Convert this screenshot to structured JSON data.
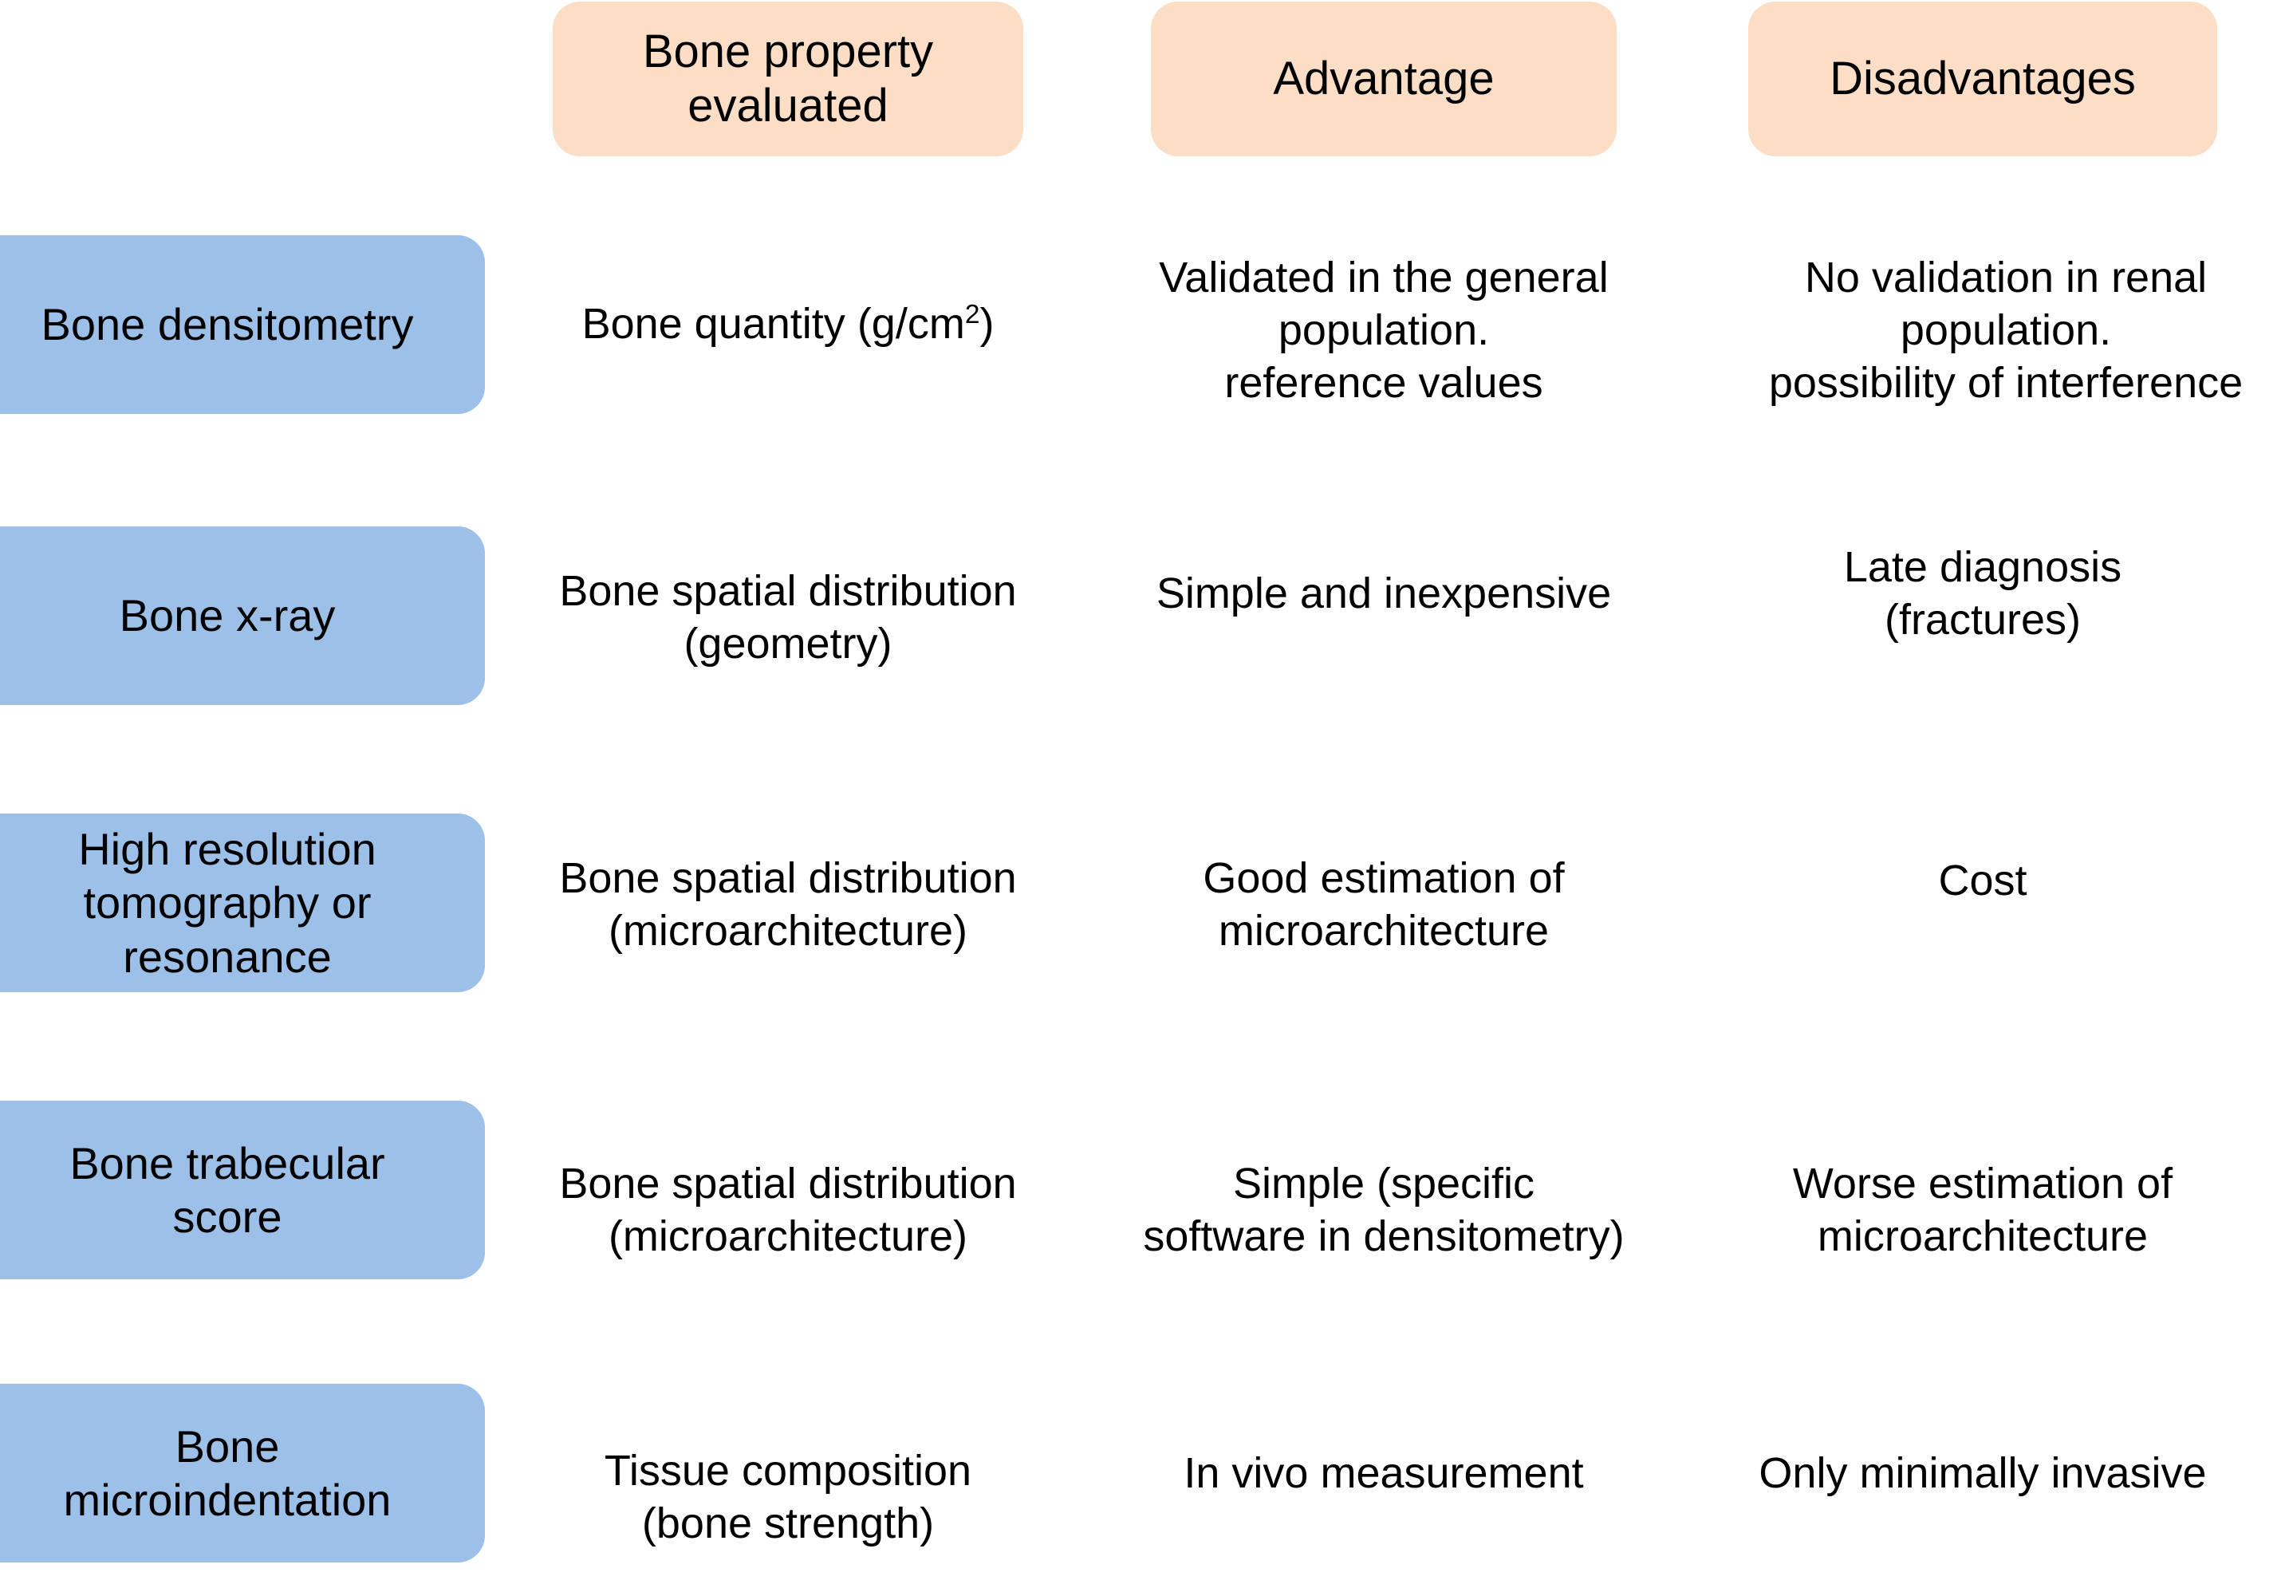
{
  "figure": {
    "kind": "comparison-table-diagram",
    "background_color": "#ffffff",
    "header_pill_color": "#FBDEC5",
    "method_pill_color": "#9CC0E8",
    "text_color": "#000000"
  },
  "headers": [
    {
      "label": "Bone property\nevaluated"
    },
    {
      "label": "Advantage"
    },
    {
      "label": "Disadvantages"
    }
  ],
  "rows": [
    {
      "method": "Bone densitometry",
      "property_pre": "Bone quantity (g/cm",
      "property_sup": "2",
      "property_post": ")",
      "advantage": "Validated in the general population.\nreference values",
      "disadvantage": "No validation in renal population.\npossibility of interference"
    },
    {
      "method": "Bone x-ray",
      "property": "Bone spatial distribution\n(geometry)",
      "advantage": "Simple and inexpensive",
      "disadvantage": "Late diagnosis (fractures)"
    },
    {
      "method": "High resolution\ntomography or\nresonance",
      "property": "Bone spatial distribution\n(microarchitecture)",
      "advantage": "Good estimation of\nmicroarchitecture",
      "disadvantage": "Cost"
    },
    {
      "method": "Bone trabecular\nscore",
      "property": "Bone spatial distribution\n(microarchitecture)",
      "advantage": "Simple (specific\nsoftware in densitometry)",
      "disadvantage": "Worse estimation of\nmicroarchitecture"
    },
    {
      "method": "Bone\nmicroindentation",
      "property": "Tissue composition\n(bone strength)",
      "advantage": "In vivo measurement",
      "disadvantage": "Only minimally invasive"
    }
  ]
}
